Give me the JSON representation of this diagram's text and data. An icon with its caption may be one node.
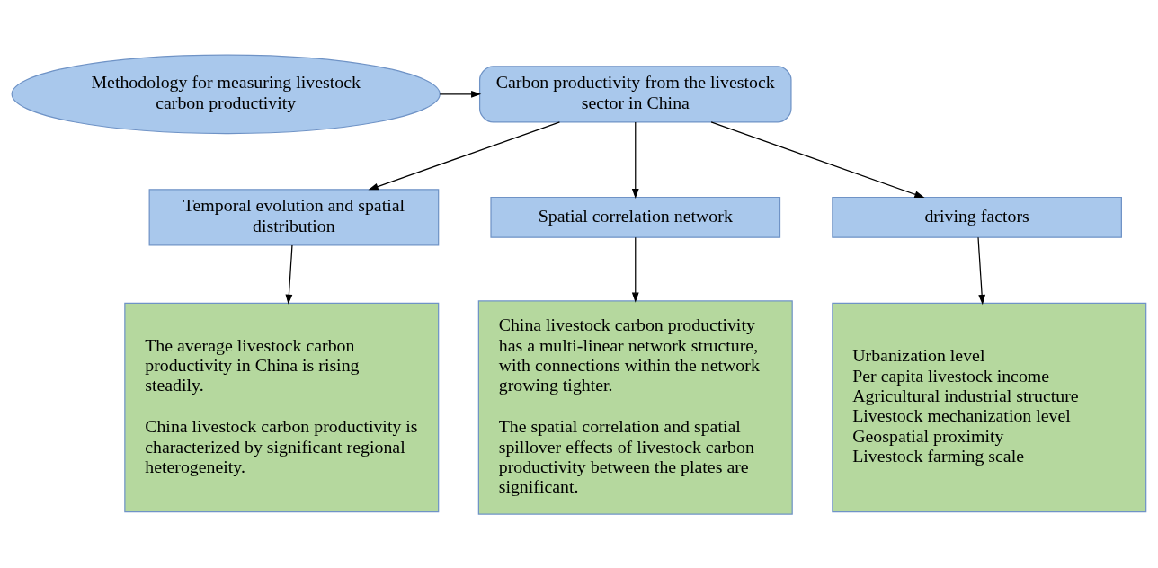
{
  "diagram": {
    "nodes": [
      {
        "text": [
          "Methodology for measuring livestock carbon productivity"
        ]
      },
      {
        "text": [
          "Carbon productivity from the livestock sector in China"
        ]
      },
      {
        "text": [
          "Temporal evolution and spatial distribution"
        ]
      },
      {
        "text": [
          "Spatial correlation network"
        ]
      },
      {
        "text": [
          "driving factors"
        ]
      },
      {
        "text": [
          "The average livestock carbon productivity in China is rising steadily.",
          "China livestock carbon productivity is characterized by significant regional heterogeneity."
        ]
      },
      {
        "text": [
          "China livestock carbon productivity has a multi-linear network structure, with connections within the network growing tighter.",
          "The spatial correlation and spatial spillover effects of livestock carbon productivity between the plates are significant."
        ]
      },
      {
        "text": [
          "Urbanization level",
          "Per capita livestock income",
          "Agricultural industrial structure",
          "Livestock mechanization level",
          "Geospatial proximity",
          "Livestock farming scale"
        ]
      }
    ],
    "edges": [
      {
        "from": 0,
        "to": 1,
        "arrow": "to"
      },
      {
        "from": 1,
        "to": 2,
        "arrow": "to"
      },
      {
        "from": 1,
        "to": 3,
        "arrow": "to"
      },
      {
        "from": 1,
        "to": 4,
        "arrow": "to"
      },
      {
        "from": 2,
        "to": 5,
        "arrow": "to"
      },
      {
        "from": 3,
        "to": 6,
        "arrow": "to"
      },
      {
        "from": 4,
        "to": 7,
        "arrow": "to"
      }
    ]
  }
}
